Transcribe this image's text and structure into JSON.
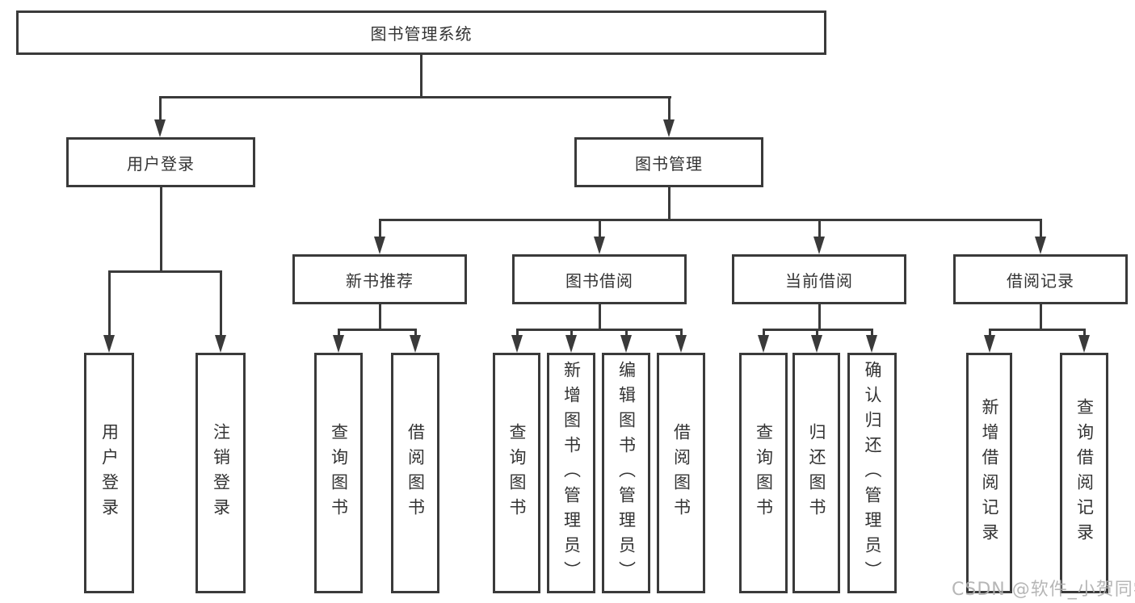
{
  "tree": {
    "label": "图书管理系统",
    "children": [
      {
        "label": "用户登录",
        "children": [
          {
            "label": "用户登录"
          },
          {
            "label": "注销登录"
          }
        ]
      },
      {
        "label": "图书管理",
        "children": [
          {
            "label": "新书推荐",
            "children": [
              {
                "label": "查询图书"
              },
              {
                "label": "借阅图书"
              }
            ]
          },
          {
            "label": "图书借阅",
            "children": [
              {
                "label": "查询图书"
              },
              {
                "label": "新增图书（管理员）"
              },
              {
                "label": "编辑图书（管理员）"
              },
              {
                "label": "借阅图书"
              }
            ]
          },
          {
            "label": "当前借阅",
            "children": [
              {
                "label": "查询图书"
              },
              {
                "label": "归还图书"
              },
              {
                "label": "确认归还（管理员）"
              }
            ]
          },
          {
            "label": "借阅记录",
            "children": [
              {
                "label": "新增借阅记录"
              },
              {
                "label": "查询借阅记录"
              }
            ]
          }
        ]
      }
    ]
  },
  "watermark": {
    "text": "CSDN @软件_小贺同学"
  },
  "colors": {
    "line": "#3a3a3a",
    "box_background": "#ffffff",
    "text": "#333333",
    "watermark": "#b0b0b0"
  }
}
